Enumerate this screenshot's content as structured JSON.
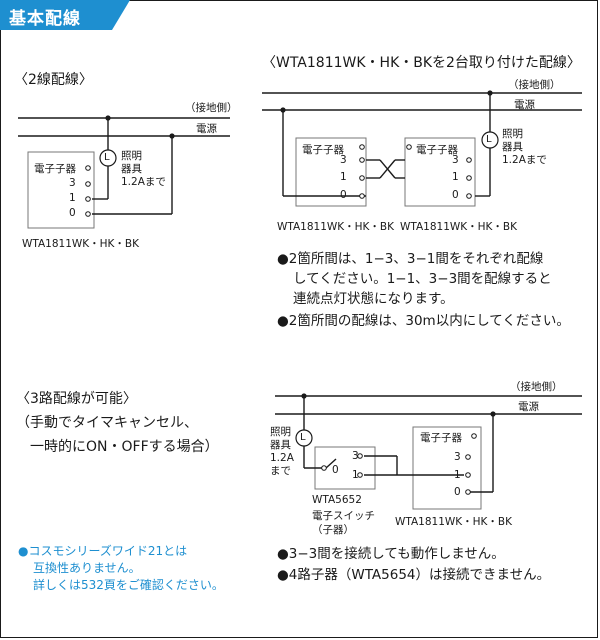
{
  "header": {
    "title": "基本配線"
  },
  "two_wire": {
    "title": "〈2線配線〉",
    "ground_side": "（接地側）",
    "power": "電源",
    "device": {
      "name": "電子子器",
      "t3": "3",
      "t1": "1",
      "t0": "0"
    },
    "lamp_symbol": "L",
    "lamp_label": "照明\n器具\n1.2Aまで",
    "model": "WTA1811WK・HK・BK"
  },
  "dual": {
    "title": "〈WTA1811WK・HK・BKを2台取り付けた配線〉",
    "ground_side": "（接地側）",
    "power": "電源",
    "device_a": {
      "name": "電子子器",
      "t3": "3",
      "t1": "1",
      "t0": "0",
      "model": "WTA1811WK・HK・BK"
    },
    "device_b": {
      "name": "電子子器",
      "t3": "3",
      "t1": "1",
      "t0": "0",
      "model": "WTA1811WK・HK・BK"
    },
    "lamp_symbol": "L",
    "lamp_label": "照明\n器具\n1.2Aまで",
    "notes": [
      "●2箇所間は、1−3、3−1間をそれぞれ配線",
      "してください。1−1、3−3間を配線すると",
      "連続点灯状態になります。",
      "●2箇所間の配線は、30m以内にしてください。"
    ]
  },
  "three_way": {
    "title_lines": [
      "〈3路配線が可能〉",
      "（手動でタイマキャンセル、",
      "一時的にON・OFFする場合）"
    ],
    "ground_side": "（接地側）",
    "power": "電源",
    "lamp_symbol": "L",
    "lamp_label": "照明\n器具\n1.2A\nまで",
    "sub_switch": {
      "t3": "3",
      "t1": "1",
      "t0": "0",
      "model": "WTA5652",
      "name_lines": [
        "電子スイッチ",
        "（子器）"
      ]
    },
    "main_device": {
      "name": "電子子器",
      "t3": "3",
      "t1": "1",
      "t0": "0",
      "model": "WTA1811WK・HK・BK"
    },
    "notes": [
      "●3−3間を接続しても動作しません。",
      "●4路子器（WTA5654）は接続できません。"
    ]
  },
  "compat_note": {
    "bullet": "●",
    "lines": [
      "コスモシリーズワイド21とは",
      "互換性ありません。",
      "詳しくは532頁をご確認ください。"
    ]
  },
  "colors": {
    "tab": "#1e8fd0",
    "note": "#1e8fd0",
    "line": "#1a1a1a"
  }
}
